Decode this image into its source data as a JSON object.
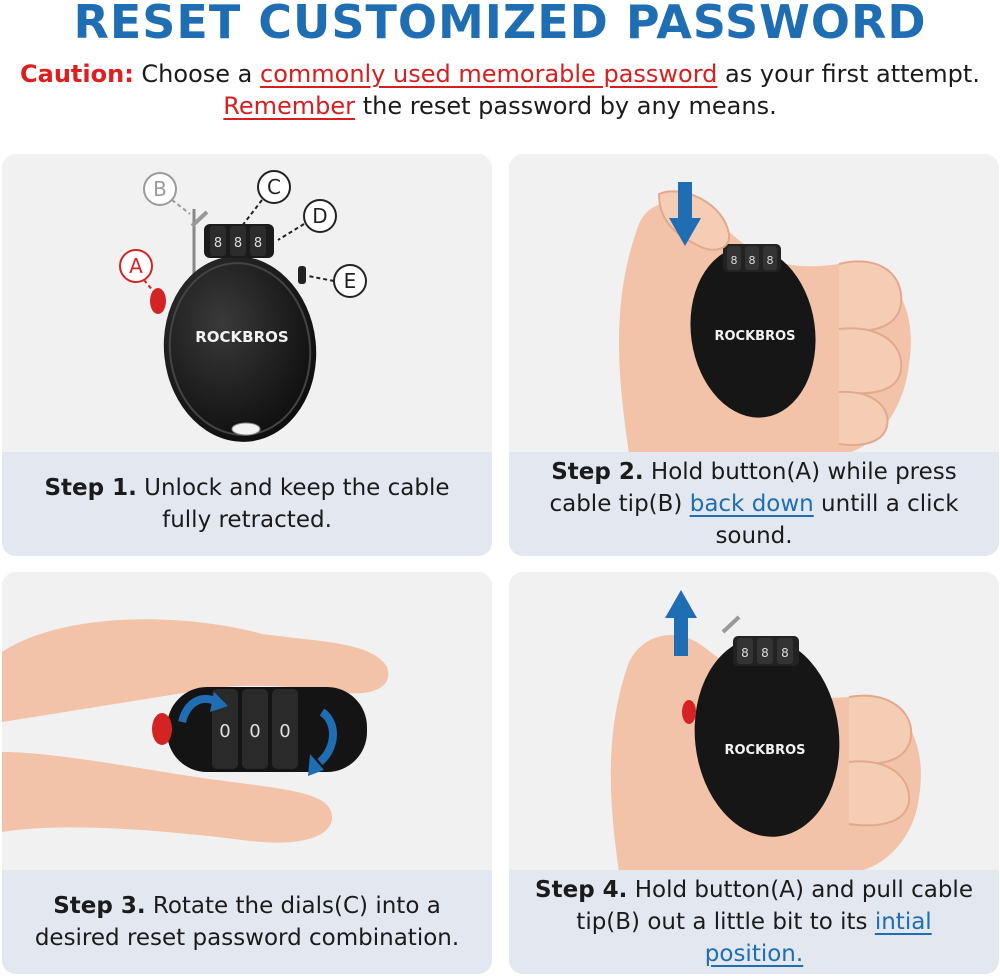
{
  "header": {
    "title": "RESET CUSTOMIZED PASSWORD",
    "caution_label": "Caution:",
    "caution_text_1": " Choose a ",
    "caution_link_1": "commonly used memorable password",
    "caution_text_2": " as your first attempt.",
    "caution_link_2": "Remember",
    "caution_text_3": " the reset password by any means."
  },
  "brand": "ROCKBROS",
  "markers": {
    "a": "A",
    "b": "B",
    "c": "C",
    "d": "D",
    "e": "E"
  },
  "steps": [
    {
      "label": "Step 1.",
      "text": " Unlock and keep the cable fully retracted."
    },
    {
      "label": "Step 2.",
      "text_1": " Hold button(A) while press cable tip(B) ",
      "link": "back down",
      "text_2": " untill a click sound."
    },
    {
      "label": "Step 3.",
      "text": " Rotate the dials(C) into a desired reset password combination."
    },
    {
      "label": "Step 4.",
      "text_1": " Hold button(A) and pull cable tip(B) out a little bit to its ",
      "link": "intial position."
    }
  ],
  "dial_digits": {
    "front": [
      "8",
      "8",
      "8"
    ],
    "side": [
      "0",
      "0",
      "0"
    ]
  },
  "colors": {
    "accent": "#1f6db3",
    "caution": "#e11d1d",
    "caption_bg": "#e3e7ef"
  },
  "icons": [
    "arrow-down-icon",
    "arrow-up-icon",
    "rotate-arrow-icon"
  ]
}
